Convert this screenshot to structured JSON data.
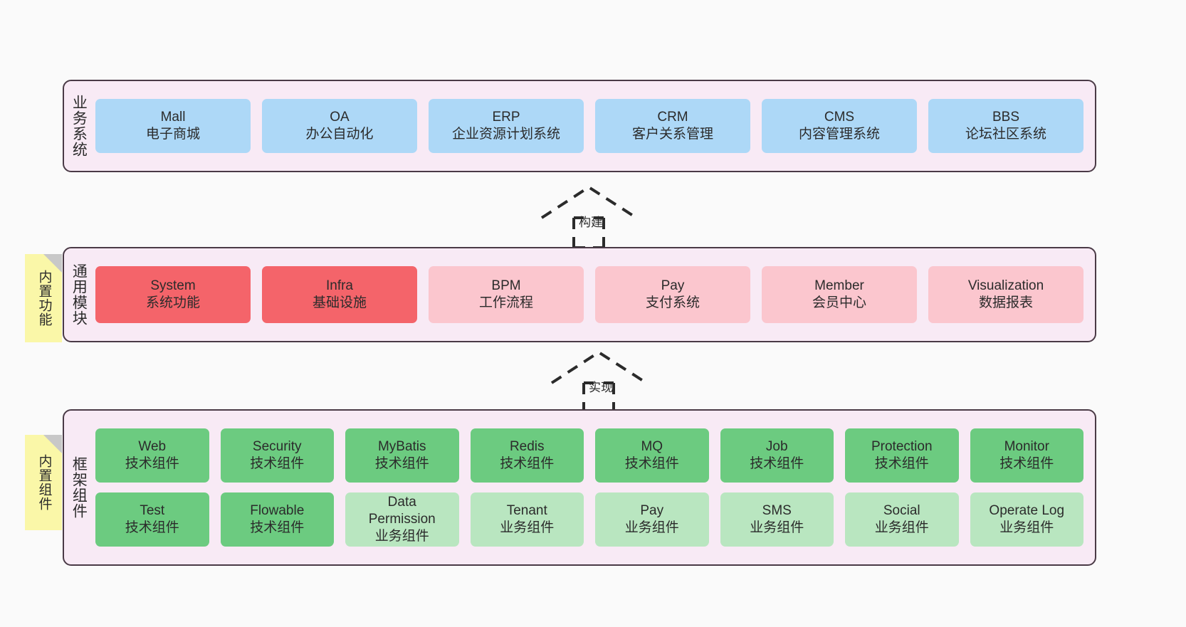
{
  "layers": [
    {
      "id": "business",
      "caption": "业务系统",
      "sticky": null,
      "rows": [
        {
          "cards": [
            {
              "title": "Mall",
              "subtitle": "电子商城",
              "color": "#add8f7",
              "variant": "c-blue"
            },
            {
              "title": "OA",
              "subtitle": "办公自动化",
              "color": "#add8f7",
              "variant": "c-blue"
            },
            {
              "title": "ERP",
              "subtitle": "企业资源计划系统",
              "color": "#add8f7",
              "variant": "c-blue"
            },
            {
              "title": "CRM",
              "subtitle": "客户关系管理",
              "color": "#add8f7",
              "variant": "c-blue"
            },
            {
              "title": "CMS",
              "subtitle": "内容管理系统",
              "color": "#add8f7",
              "variant": "c-blue"
            },
            {
              "title": "BBS",
              "subtitle": "论坛社区系统",
              "color": "#add8f7",
              "variant": "c-blue"
            }
          ]
        }
      ]
    },
    {
      "id": "modules",
      "caption": "通用模块",
      "sticky": "内置功能",
      "rows": [
        {
          "cards": [
            {
              "title": "System",
              "subtitle": "系统功能",
              "color": "#f4646a",
              "variant": "c-red"
            },
            {
              "title": "Infra",
              "subtitle": "基础设施",
              "color": "#f4646a",
              "variant": "c-red"
            },
            {
              "title": "BPM",
              "subtitle": "工作流程",
              "color": "#fbc6ce",
              "variant": "c-pink"
            },
            {
              "title": "Pay",
              "subtitle": "支付系统",
              "color": "#fbc6ce",
              "variant": "c-pink"
            },
            {
              "title": "Member",
              "subtitle": "会员中心",
              "color": "#fbc6ce",
              "variant": "c-pink"
            },
            {
              "title": "Visualization",
              "subtitle": "数据报表",
              "color": "#fbc6ce",
              "variant": "c-pink"
            }
          ]
        }
      ]
    },
    {
      "id": "framework",
      "caption": "框架组件",
      "sticky": "内置组件",
      "rows": [
        {
          "cards": [
            {
              "title": "Web",
              "subtitle": "技术组件",
              "color": "#6ccb80",
              "variant": "c-green"
            },
            {
              "title": "Security",
              "subtitle": "技术组件",
              "color": "#6ccb80",
              "variant": "c-green"
            },
            {
              "title": "MyBatis",
              "subtitle": "技术组件",
              "color": "#6ccb80",
              "variant": "c-green"
            },
            {
              "title": "Redis",
              "subtitle": "技术组件",
              "color": "#6ccb80",
              "variant": "c-green"
            },
            {
              "title": "MQ",
              "subtitle": "技术组件",
              "color": "#6ccb80",
              "variant": "c-green"
            },
            {
              "title": "Job",
              "subtitle": "技术组件",
              "color": "#6ccb80",
              "variant": "c-green"
            },
            {
              "title": "Protection",
              "subtitle": "技术组件",
              "color": "#6ccb80",
              "variant": "c-green"
            },
            {
              "title": "Monitor",
              "subtitle": "技术组件",
              "color": "#6ccb80",
              "variant": "c-green"
            }
          ]
        },
        {
          "cards": [
            {
              "title": "Test",
              "subtitle": "技术组件",
              "color": "#6ccb80",
              "variant": "c-green"
            },
            {
              "title": "Flowable",
              "subtitle": "技术组件",
              "color": "#6ccb80",
              "variant": "c-green"
            },
            {
              "title": "Data\nPermission",
              "subtitle": "业务组件",
              "color": "#b9e6c0",
              "variant": "c-green-light"
            },
            {
              "title": "Tenant",
              "subtitle": "业务组件",
              "color": "#b9e6c0",
              "variant": "c-green-light"
            },
            {
              "title": "Pay",
              "subtitle": "业务组件",
              "color": "#b9e6c0",
              "variant": "c-green-light"
            },
            {
              "title": "SMS",
              "subtitle": "业务组件",
              "color": "#b9e6c0",
              "variant": "c-green-light"
            },
            {
              "title": "Social",
              "subtitle": "业务组件",
              "color": "#b9e6c0",
              "variant": "c-green-light"
            },
            {
              "title": "Operate Log",
              "subtitle": "业务组件",
              "color": "#b9e6c0",
              "variant": "c-green-light"
            }
          ]
        }
      ]
    }
  ],
  "arrows": [
    {
      "id": "build",
      "label": "构建"
    },
    {
      "id": "implement",
      "label": "实现"
    }
  ],
  "colors": {
    "panel_bg": "#f8eaf5",
    "panel_border": "#4a3a46",
    "sticky_bg": "#faf7a8",
    "sticky_fold": "#c8c8c8",
    "page_bg": "#fafafa",
    "arrow": "#2b2b2b"
  }
}
